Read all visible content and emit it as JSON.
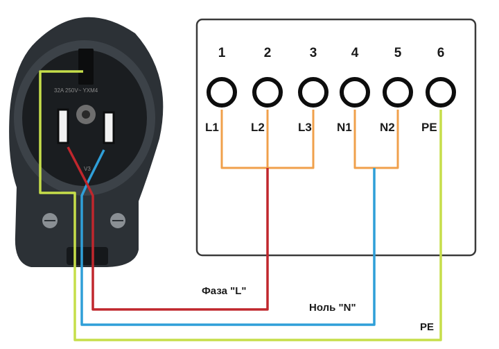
{
  "terminal_block": {
    "terminals": [
      {
        "number": "1",
        "label": "L1"
      },
      {
        "number": "2",
        "label": "L2"
      },
      {
        "number": "3",
        "label": "L3"
      },
      {
        "number": "4",
        "label": "N1"
      },
      {
        "number": "5",
        "label": "N2"
      },
      {
        "number": "6",
        "label": "PE"
      }
    ]
  },
  "plug": {
    "marking": "32A 250V~ YXM4",
    "marking_small": "V3"
  },
  "wires": {
    "phase": {
      "label": "Фаза \"L\"",
      "color": "#c0272d"
    },
    "neutral": {
      "label": "Ноль \"N\"",
      "color": "#2f9fd8"
    },
    "earth": {
      "label": "PE",
      "color": "#c6de4a"
    },
    "bridge": {
      "color": "#f0a04b"
    }
  }
}
